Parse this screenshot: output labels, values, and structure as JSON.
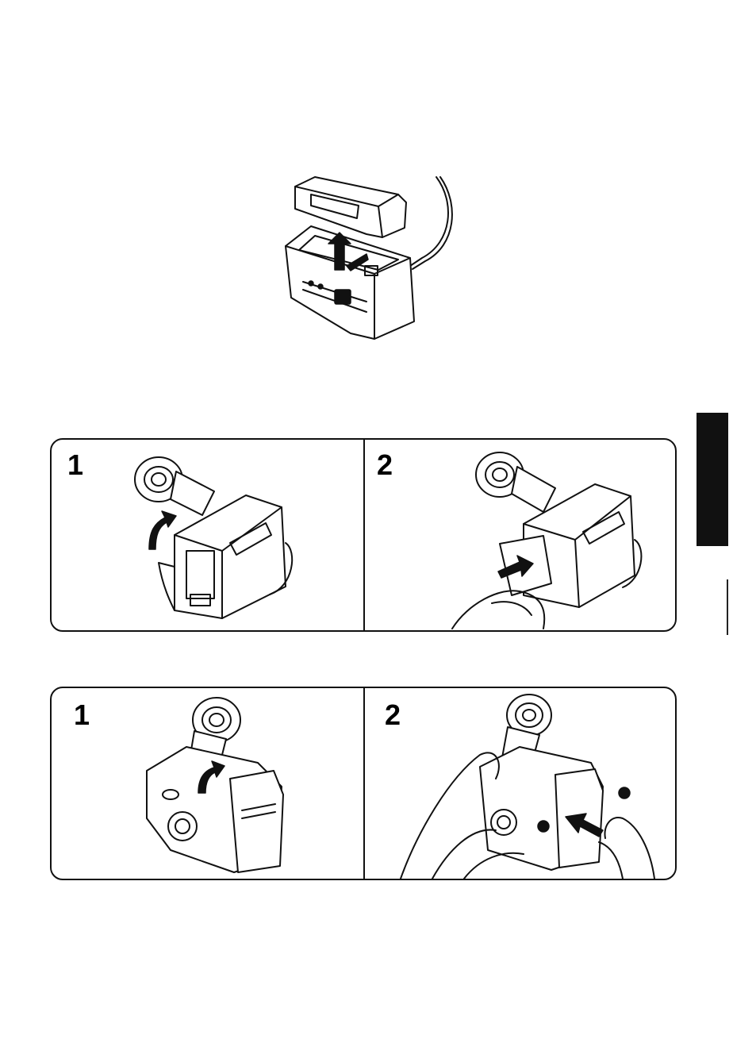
{
  "illustrations": {
    "charger": {
      "icon": "battery-charger-illustration"
    },
    "attach_panel": {
      "steps": [
        {
          "number": "1",
          "icon": "camcorder-flip-up-viewfinder-illustration"
        },
        {
          "number": "2",
          "icon": "camcorder-insert-battery-illustration"
        }
      ]
    },
    "detach_panel": {
      "steps": [
        {
          "number": "1",
          "icon": "camcorder-raise-viewfinder-illustration"
        },
        {
          "number": "2",
          "icon": "camcorder-remove-battery-illustration"
        }
      ]
    }
  },
  "side_tab": {
    "color": "#111111"
  }
}
